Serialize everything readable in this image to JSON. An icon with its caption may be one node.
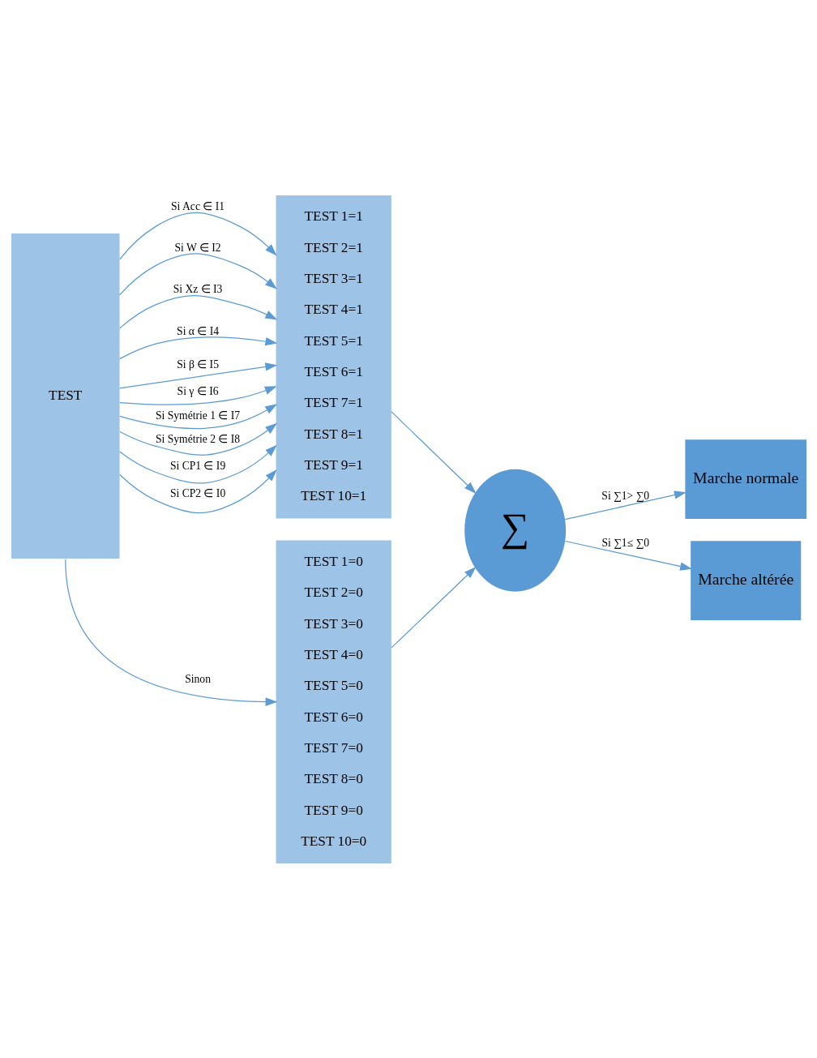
{
  "diagram": {
    "nodes": [
      {
        "text": [
          "TEST"
        ]
      },
      {
        "text": [
          "TEST 1=1",
          "TEST 2=1",
          "TEST 3=1",
          "TEST 4=1",
          "TEST 5=1",
          "TEST 6=1",
          "TEST 7=1",
          "TEST 8=1",
          "TEST 9=1",
          "TEST 10=1"
        ]
      },
      {
        "text": [
          "TEST 1=0",
          "TEST 2=0",
          "TEST 3=0",
          "TEST 4=0",
          "TEST 5=0",
          "TEST 6=0",
          "TEST 7=0",
          "TEST 8=0",
          "TEST 9=0",
          "TEST 10=0"
        ]
      },
      {
        "text": [
          "∑"
        ]
      },
      {
        "text": [
          "Marche normale"
        ]
      },
      {
        "text": [
          "Marche altérée"
        ]
      }
    ],
    "edges": [
      {
        "from": 0,
        "to": 1,
        "arrow": "to",
        "label": "Si Acc ∈ I1"
      },
      {
        "from": 0,
        "to": 1,
        "arrow": "to",
        "label": "Si W ∈ I2"
      },
      {
        "from": 0,
        "to": 1,
        "arrow": "to",
        "label": "Si Xz ∈ I3"
      },
      {
        "from": 0,
        "to": 1,
        "arrow": "to",
        "label": "Si α ∈ I4"
      },
      {
        "from": 0,
        "to": 1,
        "arrow": "to",
        "label": "Si β ∈ I5"
      },
      {
        "from": 0,
        "to": 1,
        "arrow": "to",
        "label": "Si γ ∈ I6"
      },
      {
        "from": 0,
        "to": 1,
        "arrow": "to",
        "label": "Si Symétrie 1 ∈ I7"
      },
      {
        "from": 0,
        "to": 1,
        "arrow": "to",
        "label": "Si Symétrie 2 ∈ I8"
      },
      {
        "from": 0,
        "to": 1,
        "arrow": "to",
        "label": "Si CP1 ∈ I9"
      },
      {
        "from": 0,
        "to": 1,
        "arrow": "to",
        "label": "Si CP2 ∈ I0"
      },
      {
        "from": 0,
        "to": 2,
        "arrow": "to",
        "label": "Sinon"
      },
      {
        "from": 1,
        "to": 3,
        "arrow": "to"
      },
      {
        "from": 2,
        "to": 3,
        "arrow": "to"
      },
      {
        "from": 3,
        "to": 4,
        "arrow": "to",
        "label": "Si ∑1> ∑0"
      },
      {
        "from": 3,
        "to": 5,
        "arrow": "to",
        "label": "Si ∑1≤ ∑0"
      }
    ]
  }
}
